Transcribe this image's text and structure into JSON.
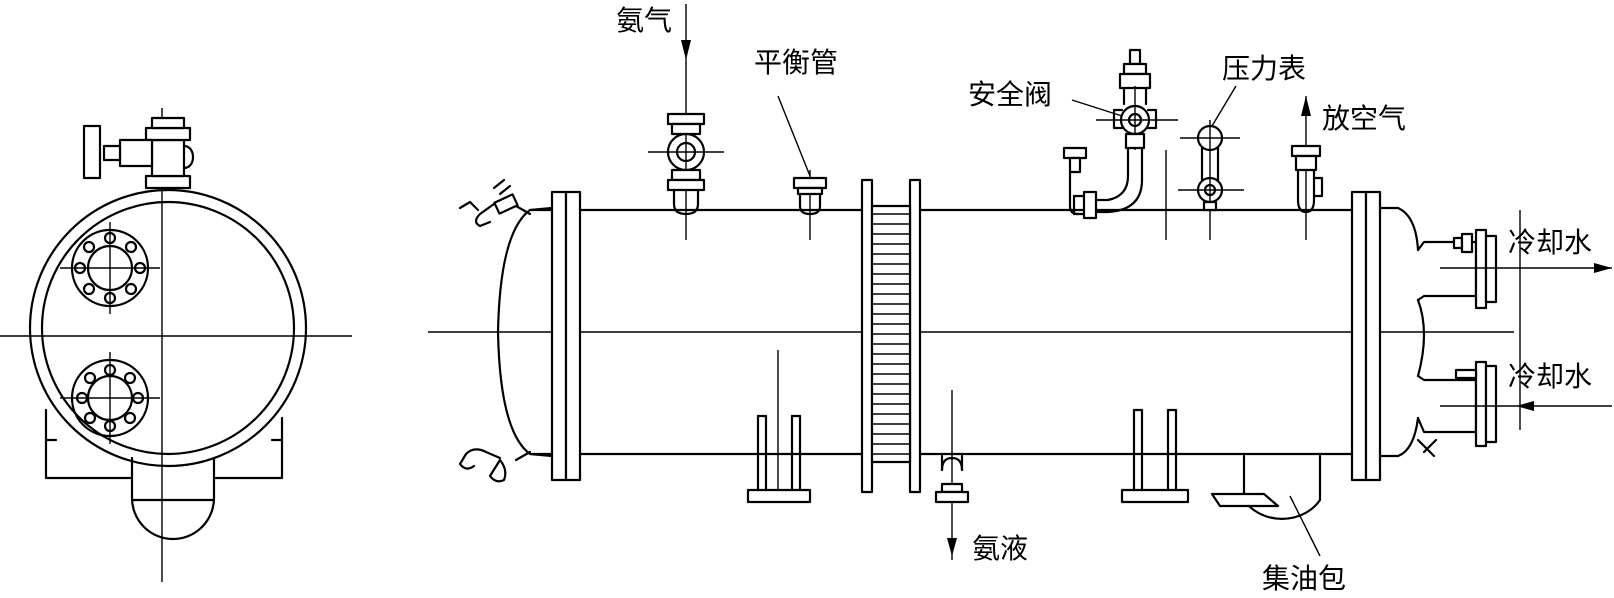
{
  "labels": {
    "ammonia_gas": "氨气",
    "balance_pipe": "平衡管",
    "safety_valve": "安全阀",
    "pressure_gauge": "压力表",
    "vent": "放空气",
    "cooling_water_out": "冷却水",
    "cooling_water_in": "冷却水",
    "ammonia_liquid": "氨液",
    "oil_collector": "集油包"
  },
  "colors": {
    "line": "#000000",
    "background": "#ffffff"
  }
}
